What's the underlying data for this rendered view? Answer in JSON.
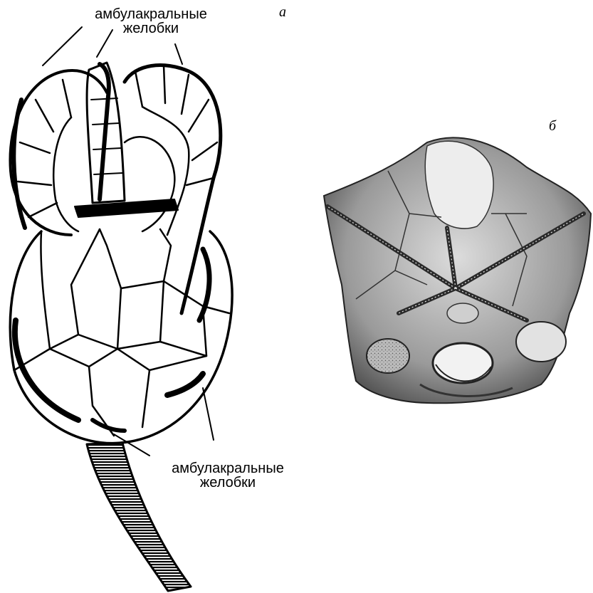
{
  "figure": {
    "panel_a_letter": "а",
    "panel_b_letter": "б",
    "label_top": {
      "line1": "амбулакральные",
      "line2": "желобки"
    },
    "label_bottom": {
      "line1": "амбулакральные",
      "line2": "желобки"
    }
  }
}
